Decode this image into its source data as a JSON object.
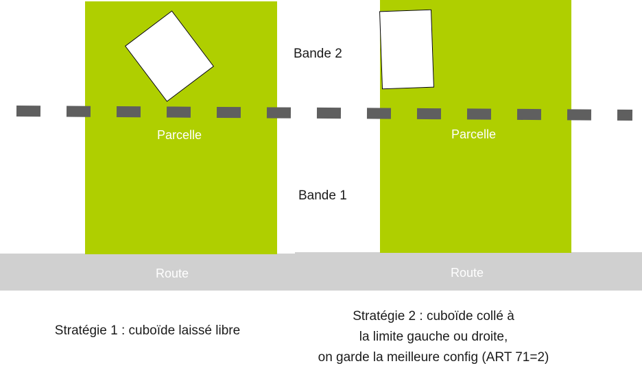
{
  "colors": {
    "parcel": "#afcf00",
    "road": "#d0d0d0",
    "dash": "#5f5f5f",
    "text": "#1a1a1a"
  },
  "labels": {
    "band2": "Bande 2",
    "band1": "Bande 1",
    "parcel_left": "Parcelle",
    "parcel_right": "Parcelle",
    "road_left": "Route",
    "road_right": "Route"
  },
  "captions": {
    "strategy1": "Stratégie 1 : cuboïde laissé libre",
    "strategy2_line1": "Stratégie 2 : cuboïde collé à",
    "strategy2_line2": "la limite gauche ou droite,",
    "strategy2_line3": "on garde la meilleure config (ART 71=2)"
  }
}
